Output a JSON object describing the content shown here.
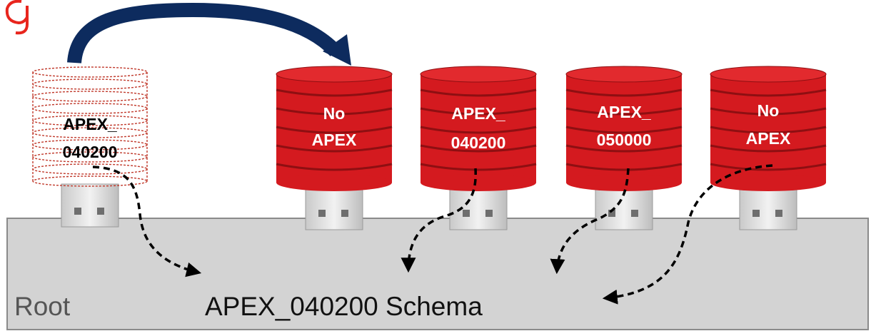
{
  "root": {
    "label": "Root",
    "schema_label": "APEX_040200 Schema"
  },
  "databases": [
    {
      "id": "unplugged",
      "style": "dashed",
      "label_line1": "APEX_",
      "label_line2": "040200"
    },
    {
      "id": "pdb1",
      "style": "solid",
      "label_line1": "No",
      "label_line2": "APEX"
    },
    {
      "id": "pdb2",
      "style": "solid",
      "label_line1": "APEX_",
      "label_line2": "040200"
    },
    {
      "id": "pdb3",
      "style": "solid",
      "label_line1": "APEX_",
      "label_line2": "050000"
    },
    {
      "id": "pdb4",
      "style": "solid",
      "label_line1": "No",
      "label_line2": "APEX"
    }
  ],
  "colors": {
    "db_red": "#d41a1f",
    "db_dark_red": "#8e0f12",
    "dashed_outline": "#c0392b",
    "arrow_blue": "#0d2b5e",
    "root_fill": "#d3d3d3",
    "root_border": "#8a8a8a",
    "title_red": "#e8251d"
  },
  "icons": {
    "usb_plug": "usb-connector-icon",
    "move_arrow": "curved-arrow-icon",
    "link_arrow": "dashed-link-arrow-icon"
  }
}
